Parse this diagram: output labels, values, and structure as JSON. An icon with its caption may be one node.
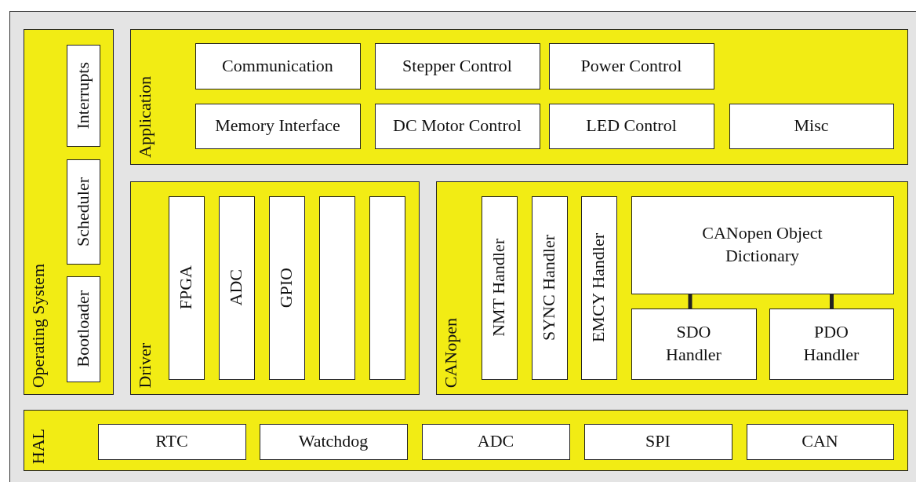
{
  "diagram": {
    "nodes": [
      {
        "text": [
          "Operating System"
        ]
      },
      {
        "text": [
          "Interrupts"
        ],
        "in": 0
      },
      {
        "text": [
          "Scheduler"
        ],
        "in": 0
      },
      {
        "text": [
          "Bootloader"
        ],
        "in": 0
      },
      {
        "text": [
          "Application"
        ]
      },
      {
        "text": [
          "Communication"
        ],
        "in": 4
      },
      {
        "text": [
          "Stepper Control"
        ],
        "in": 4
      },
      {
        "text": [
          "Power Control"
        ],
        "in": 4
      },
      {
        "text": [
          "Memory Interface"
        ],
        "in": 4
      },
      {
        "text": [
          "DC Motor Control"
        ],
        "in": 4
      },
      {
        "text": [
          "LED Control"
        ],
        "in": 4
      },
      {
        "text": [
          "Misc"
        ],
        "in": 4
      },
      {
        "text": [
          "Driver"
        ]
      },
      {
        "text": [
          "FPGA"
        ],
        "in": 12
      },
      {
        "text": [
          "ADC"
        ],
        "in": 12
      },
      {
        "text": [
          "GPIO"
        ],
        "in": 12
      },
      {
        "text": [],
        "shape": "box",
        "in": 12
      },
      {
        "text": [],
        "shape": "box",
        "in": 12
      },
      {
        "text": [
          "CANopen"
        ]
      },
      {
        "text": [
          "NMT Handler"
        ],
        "in": 18
      },
      {
        "text": [
          "SYNC Handler"
        ],
        "in": 18
      },
      {
        "text": [
          "EMCY Handler"
        ],
        "in": 18
      },
      {
        "text": [
          "CANopen Object Dictionary"
        ],
        "in": 18
      },
      {
        "text": [
          "SDO Handler"
        ],
        "in": 18
      },
      {
        "text": [
          "PDO Handler"
        ],
        "in": 18
      },
      {
        "text": [
          "HAL"
        ]
      },
      {
        "text": [
          "RTC"
        ],
        "in": 25
      },
      {
        "text": [
          "Watchdog"
        ],
        "in": 25
      },
      {
        "text": [
          "ADC"
        ],
        "in": 25
      },
      {
        "text": [
          "SPI"
        ],
        "in": 25
      },
      {
        "text": [
          "CAN"
        ],
        "in": 25
      }
    ],
    "edges": [
      {
        "from": 22,
        "to": 23,
        "arrow": "none"
      },
      {
        "from": 22,
        "to": 24,
        "arrow": "none"
      }
    ]
  }
}
